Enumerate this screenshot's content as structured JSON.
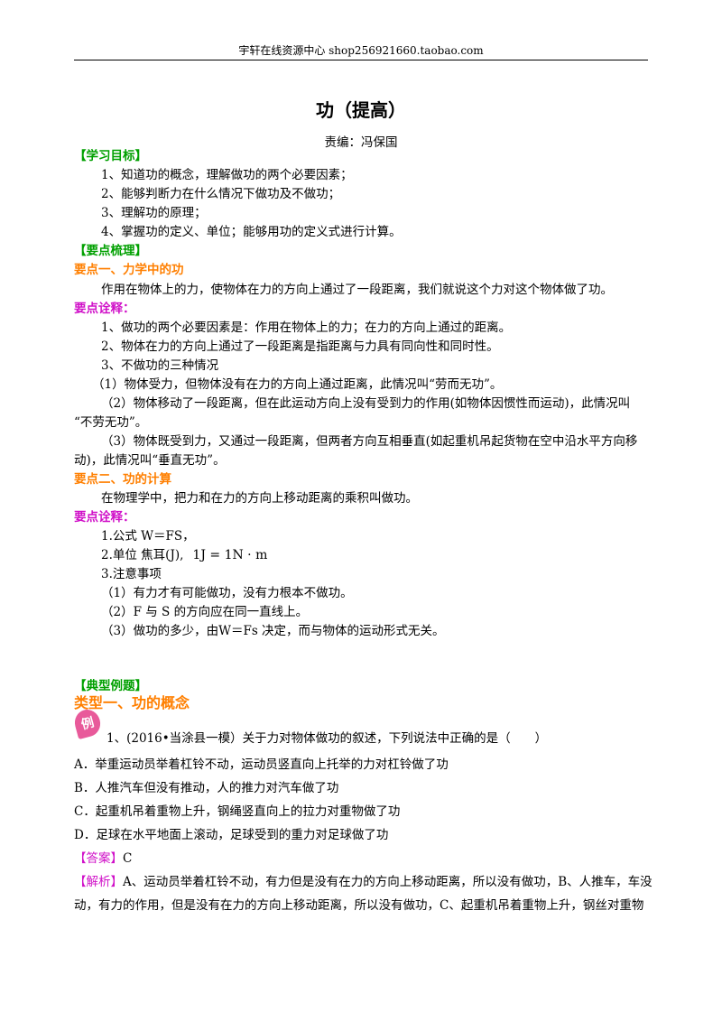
{
  "header": {
    "text": "宇轩在线资源中心   shop256921660.taobao.com"
  },
  "doc": {
    "title": "功（提高）",
    "author": "责编：冯保国",
    "sec_goals": "【学习目标】",
    "goals": [
      "1、知道功的概念，理解做功的两个必要因素；",
      "2、能够判断力在什么情况下做功及不做功；",
      "3、理解功的原理；",
      "4、掌握功的定义、单位；能够用功的定义式进行计算。"
    ],
    "sec_points": "【要点梳理】",
    "point1_title": "要点一、力学中的功",
    "point1_text": "作用在物体上的力，使物体在力的方向上通过了一段距离，我们就说这个力对这个物体做了功。",
    "note_label": "要点诠释：",
    "notes1": [
      "1、做功的两个必要因素是：作用在物体上的力；在力的方向上通过的距离。",
      "2、物体在力的方向上通过了一段距离是指距离与力具有同向性和同时性。",
      "3、不做功的三种情况",
      "（1）物体受力，但物体没有在力的方向上通过距离，此情况叫“劳而无功”。",
      "（2）物体移动了一段距离，但在此运动方向上没有受到力的作用(如物体因惯性而运动)，此情况叫",
      "“不劳无功”。",
      "（3）物体既受到力，又通过一段距离，但两者方向互相垂直(如起重机吊起货物在空中沿水平方向移",
      "动)，此情况叫“垂直无功”。"
    ],
    "point2_title": "要点二、功的计算",
    "point2_text": "在物理学中，把力和在力的方向上移动距离的乘积叫做功。",
    "notes2_formula": "1.公式   W＝FS，",
    "notes2_unit": "2.单位  焦耳(J),",
    "notes2_unit_formula": "1J = 1N · m",
    "notes2_rest": [
      "3.注意事项",
      "（1）有力才有可能做功，没有力根本不做功。",
      "（2）F 与 S 的方向应在同一直线上。",
      "（3）做功的多少，由W＝Fs 决定，而与物体的运动形式无关。"
    ],
    "sec_examples": "【典型例题】",
    "type1_title": "类型一、功的概念",
    "badge": "例",
    "q1": "1、(2016•当涂县一模）关于力对物体做功的叙述，下列说法中正确的是（　　）",
    "options": [
      "A．举重运动员举着杠铃不动，运动员竖直向上托举的力对杠铃做了功",
      "B．人推汽车但没有推动，人的推力对汽车做了功",
      "C．起重机吊着重物上升，钢绳竖直向上的拉力对重物做了功",
      "D．足球在水平地面上滚动，足球受到的重力对足球做了功"
    ],
    "answer_label": "【答案】",
    "answer": "C",
    "analysis_label": "【解析】",
    "analysis_1": "A、运动员举着杠铃不动，有力但是没有在力的方向上移动距离，所以没有做功，B、人推车，车没",
    "analysis_2": "动，有力的作用，但是没有在力的方向上移动距离，所以没有做功，C、起重机吊着重物上升，钢丝对重物"
  }
}
